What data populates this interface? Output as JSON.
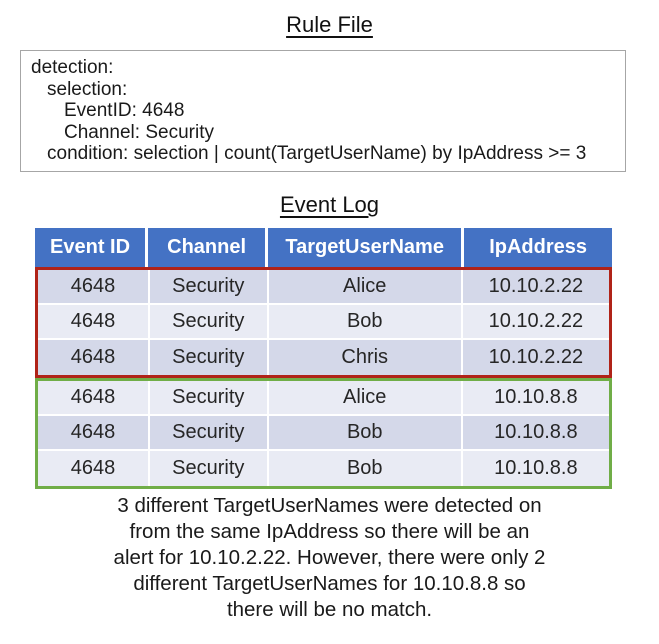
{
  "rule_file": {
    "title": "Rule File",
    "lines": [
      {
        "text": "detection:",
        "indent": 0
      },
      {
        "text": "selection:",
        "indent": 1
      },
      {
        "text": "EventID: 4648",
        "indent": 2
      },
      {
        "text": "Channel: Security",
        "indent": 2
      },
      {
        "text": "condition: selection | count(TargetUserName) by IpAddress >= 3",
        "indent": 1
      }
    ]
  },
  "event_log": {
    "title": "Event Log",
    "columns": [
      "Event ID",
      "Channel",
      "TargetUserName",
      "IpAddress"
    ],
    "groups": [
      {
        "name": "alert-group",
        "outline_color": "#b02318",
        "rows": [
          [
            "4648",
            "Security",
            "Alice",
            "10.10.2.22"
          ],
          [
            "4648",
            "Security",
            "Bob",
            "10.10.2.22"
          ],
          [
            "4648",
            "Security",
            "Chris",
            "10.10.2.22"
          ]
        ]
      },
      {
        "name": "no-match-group",
        "outline_color": "#70ad47",
        "rows": [
          [
            "4648",
            "Security",
            "Alice",
            "10.10.8.8"
          ],
          [
            "4648",
            "Security",
            "Bob",
            "10.10.8.8"
          ],
          [
            "4648",
            "Security",
            "Bob",
            "10.10.8.8"
          ]
        ]
      }
    ]
  },
  "caption": {
    "lines": [
      "3 different TargetUserNames were detected on",
      "from the same IpAddress so there will be an",
      "alert for 10.10.2.22. However, there were only 2",
      "different TargetUserNames for 10.10.8.8 so",
      "there will be no match."
    ]
  },
  "colors": {
    "header_bg": "#4472c4",
    "header_text": "#ffffff",
    "row_band_dark": "#d4d8e9",
    "row_band_light": "#e9ebf4",
    "alert_outline": "#b02318",
    "no_match_outline": "#70ad47",
    "rule_box_border": "#a6a6a6"
  }
}
